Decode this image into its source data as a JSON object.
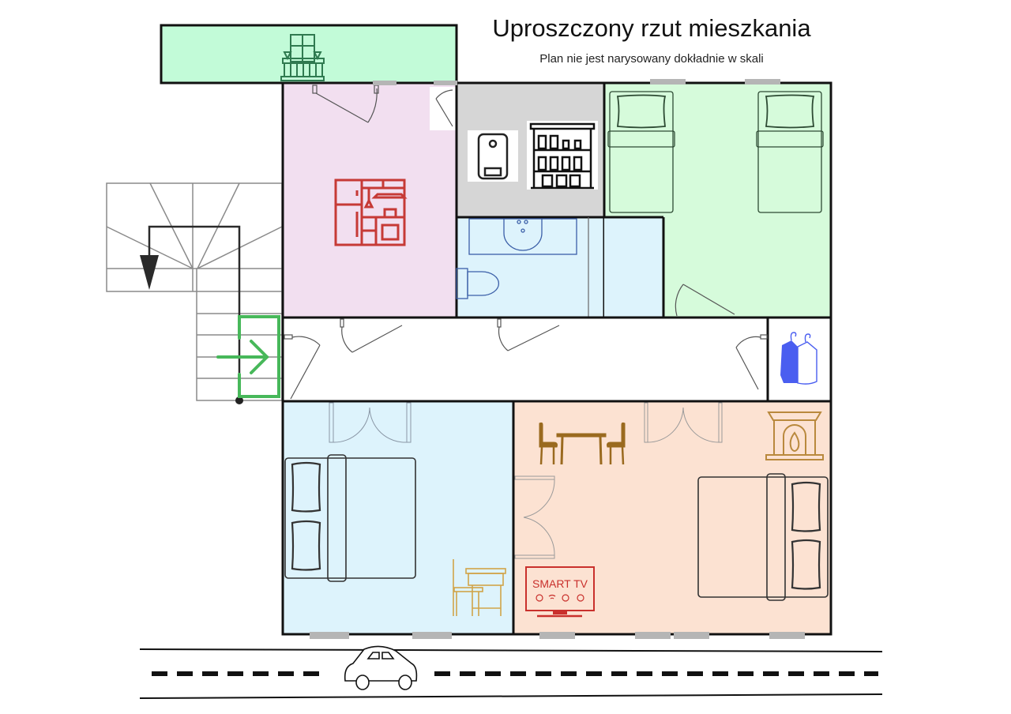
{
  "header": {
    "title": "Uproszczony rzut mieszkania",
    "subtitle": "Plan nie jest narysowany dokładnie w skali"
  },
  "colors": {
    "balcony": "#c2fbd8",
    "kitchen": "#f2dff0",
    "storage": "#d6d6d6",
    "bathroom": "#ddf3fc",
    "kids_bedroom": "#d6fbdb",
    "hallway": "#ffffff",
    "wardrobe": "#ffffff",
    "bedroom_left": "#ddf3fc",
    "living_room": "#fce2d2",
    "wall": "#111111",
    "window": "#b5b5b5",
    "exit_green": "#47b85a",
    "kitchen_icon": "#c63a36",
    "shower_icon": "#1f4fa8",
    "wardrobe_icon": "#4a5ef0",
    "furniture_brown": "#9a6a1f",
    "tv_red": "#c9302c"
  },
  "rooms": [
    {
      "id": "balcony",
      "icon": "balcony-icon"
    },
    {
      "id": "kitchen",
      "icon": "kitchen-icon"
    },
    {
      "id": "storage",
      "icons": [
        "water-heater-icon",
        "pantry-shelf-icon"
      ]
    },
    {
      "id": "bathroom",
      "icons": [
        "sink-icon",
        "toilet-icon",
        "shower-icon"
      ]
    },
    {
      "id": "kids-bedroom",
      "icons": [
        "single-bed-icon",
        "single-bed-icon"
      ]
    },
    {
      "id": "hallway",
      "icons": [
        "entrance-arrow-icon"
      ]
    },
    {
      "id": "wardrobe",
      "icons": [
        "clothes-hanger-icon"
      ]
    },
    {
      "id": "bedroom",
      "icons": [
        "double-bed-icon",
        "desk-chair-icon"
      ]
    },
    {
      "id": "living-room",
      "icons": [
        "dining-table-icon",
        "fireplace-icon",
        "double-bed-icon",
        "smart-tv-icon"
      ]
    }
  ],
  "tv": {
    "label": "SMART TV"
  },
  "street": {
    "icon": "car-icon"
  }
}
